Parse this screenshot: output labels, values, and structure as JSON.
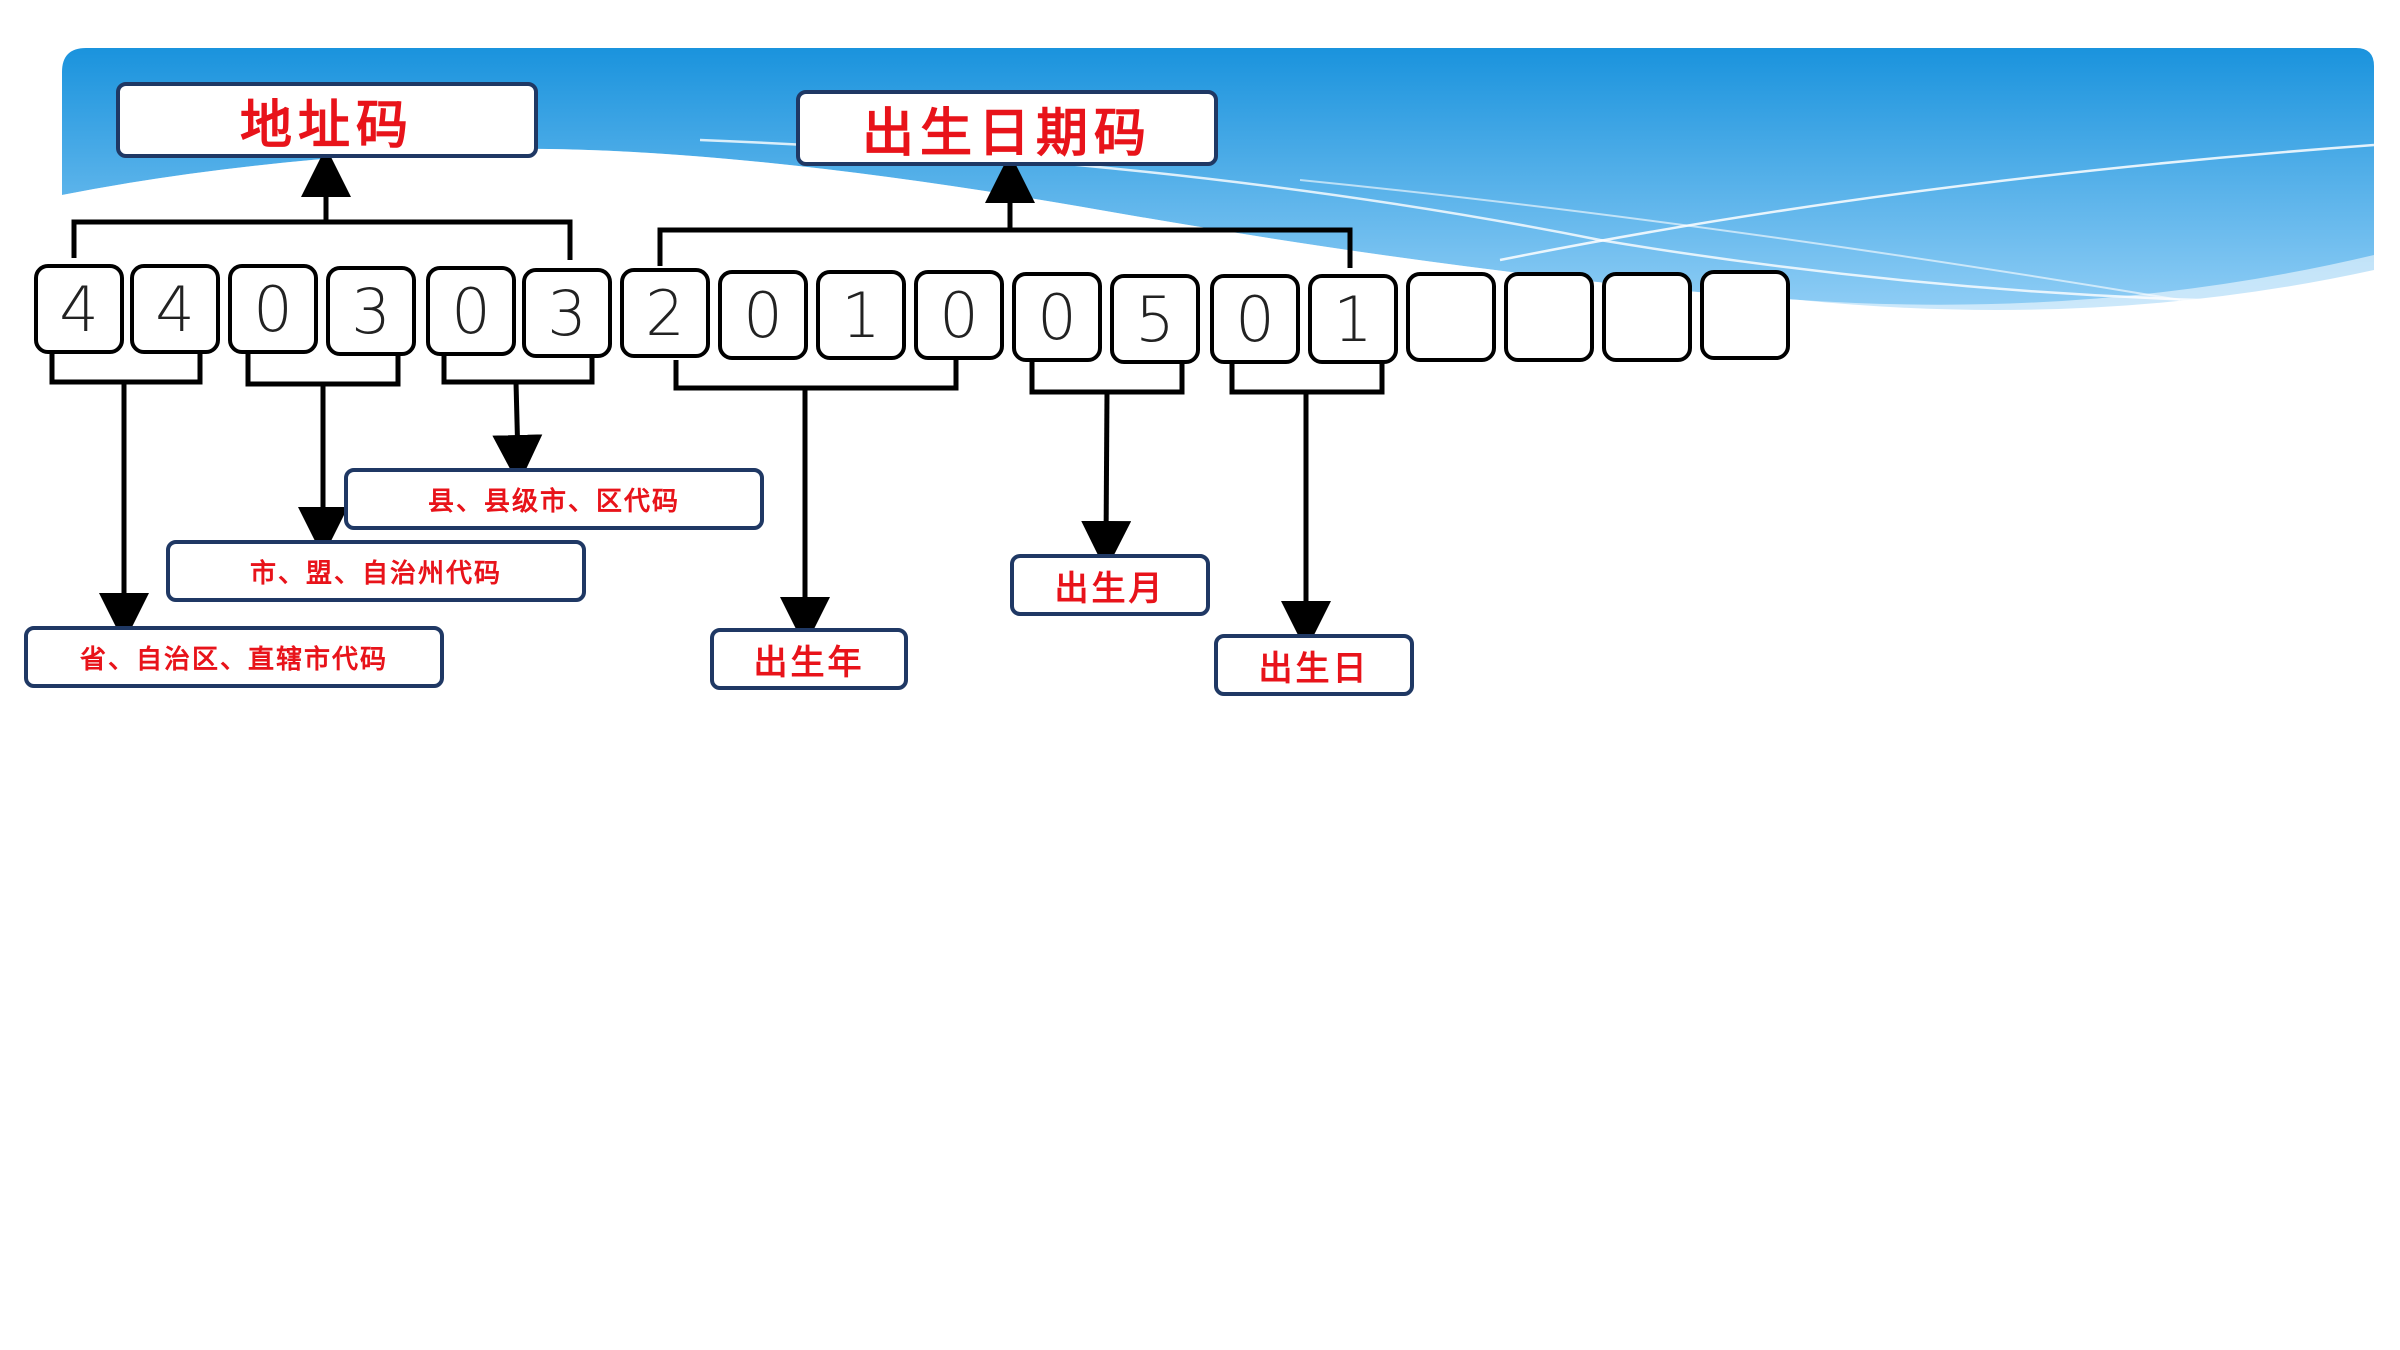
{
  "colors": {
    "banner_top": "#1a93dd",
    "banner_bottom": "#b9e0fa",
    "label_text": "#e8131a",
    "label_border": "#1f3864",
    "line": "#000000"
  },
  "digits": [
    "4",
    "4",
    "0",
    "3",
    "0",
    "3",
    "2",
    "0",
    "1",
    "0",
    "0",
    "5",
    "0",
    "1",
    "",
    "",
    "",
    ""
  ],
  "labels": {
    "address_code": "地址码",
    "birth_date_code": "出生日期码",
    "county_code": "县、县级市、区代码",
    "city_code": "市、盟、自治州代码",
    "province_code": "省、自治区、直辖市代码",
    "birth_year": "出生年",
    "birth_month": "出生月",
    "birth_day": "出生日"
  }
}
